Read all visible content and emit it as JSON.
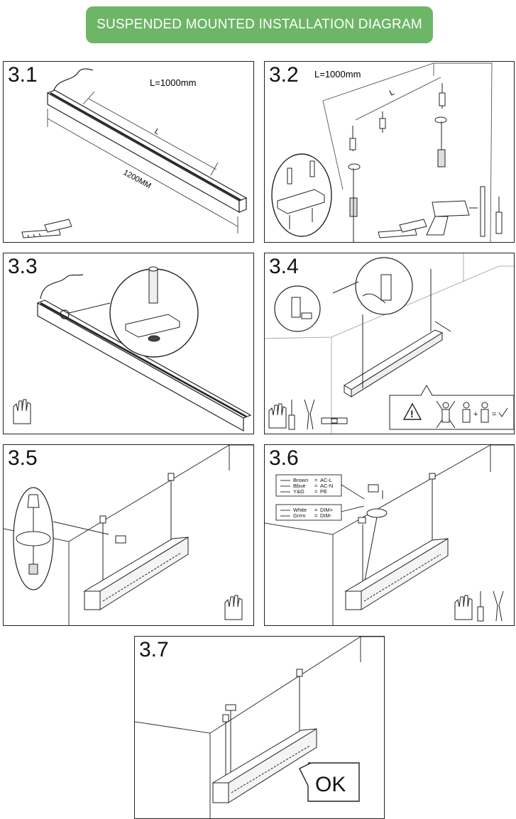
{
  "banner": {
    "title": "SUSPENDED MOUNTED INSTALLATION DIAGRAM",
    "color": "#6db567"
  },
  "steps": [
    {
      "id": "3.1",
      "length_label": "L=1000mm",
      "dim_L": "L",
      "dim_total": "1200MM"
    },
    {
      "id": "3.2",
      "length_label": "L=1000mm",
      "dim_L": "L"
    },
    {
      "id": "3.3"
    },
    {
      "id": "3.4"
    },
    {
      "id": "3.5"
    },
    {
      "id": "3.6",
      "wiring": [
        {
          "wire": "Brown",
          "sep": "=",
          "terminal": "AC-L"
        },
        {
          "wire": "Bbue",
          "sep": "=",
          "terminal": "AC-N"
        },
        {
          "wire": "Y&G",
          "sep": "=",
          "terminal": "PE"
        },
        {
          "wire": "White",
          "sep": "=",
          "terminal": "DIM+"
        },
        {
          "wire": "Grrrn",
          "sep": "=",
          "terminal": "DIM-"
        }
      ]
    },
    {
      "id": "3.7",
      "ok_label": "OK"
    }
  ],
  "icons": [
    "ruler-icon",
    "drill-icon",
    "screwdriver-icon",
    "glove-icon",
    "pliers-icon",
    "level-icon",
    "warning-icon"
  ]
}
